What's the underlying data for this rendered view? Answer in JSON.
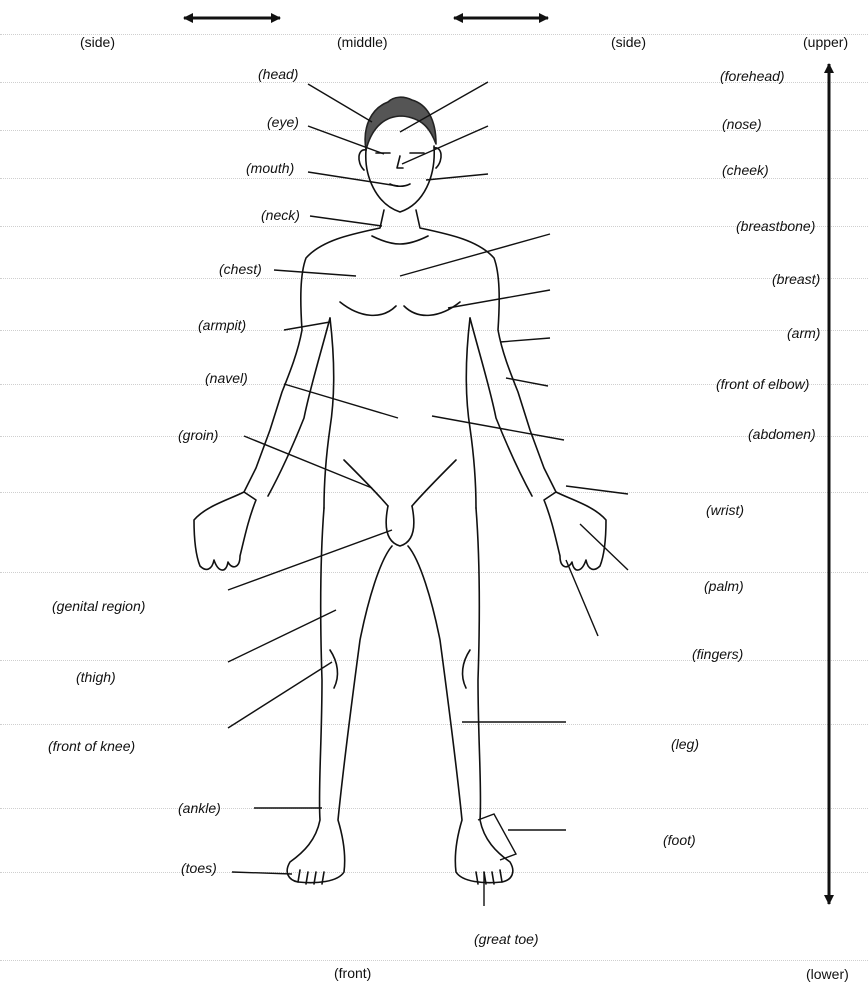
{
  "directions": {
    "side_left": "(side)",
    "middle": "(middle)",
    "side_right": "(side)",
    "upper": "(upper)",
    "front": "(front)",
    "lower": "(lower)"
  },
  "labels": {
    "head": "(head)",
    "forehead": "(forehead)",
    "eye": "(eye)",
    "nose": "(nose)",
    "mouth": "(mouth)",
    "cheek": "(cheek)",
    "neck": "(neck)",
    "breastbone": "(breastbone)",
    "chest": "(chest)",
    "breast": "(breast)",
    "armpit": "(armpit)",
    "arm": "(arm)",
    "navel": "(navel)",
    "front_of_elbow": "(front of elbow)",
    "groin": "(groin)",
    "abdomen": "(abdomen)",
    "wrist": "(wrist)",
    "genital_region": "(genital region)",
    "palm": "(palm)",
    "fingers": "(fingers)",
    "thigh": "(thigh)",
    "front_of_knee": "(front of knee)",
    "leg": "(leg)",
    "ankle": "(ankle)",
    "foot": "(foot)",
    "toes": "(toes)",
    "great_toe": "(great toe)"
  },
  "colors": {
    "ink": "#111111",
    "rule": "#cfcfcf"
  }
}
